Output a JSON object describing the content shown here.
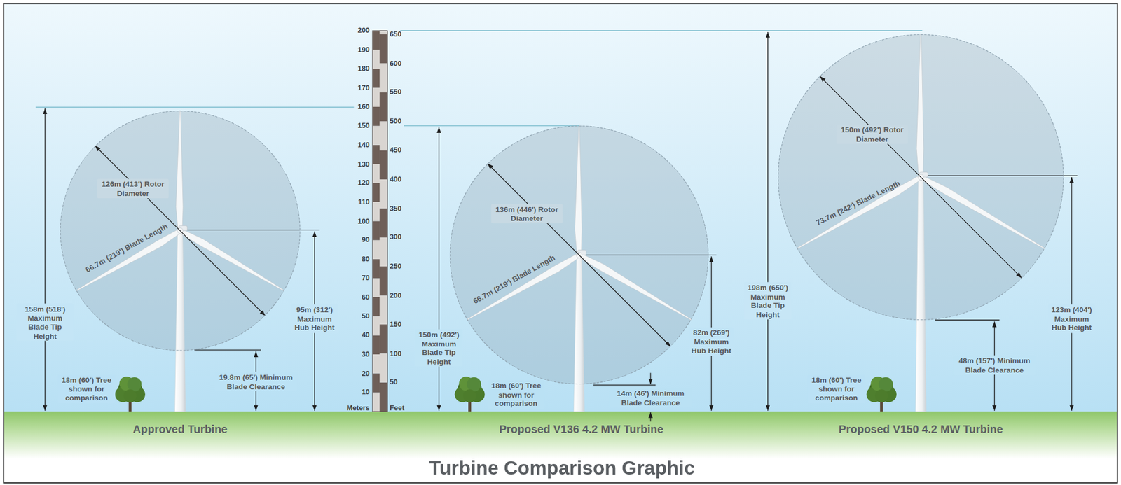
{
  "diagram": {
    "title": "Turbine Comparison Graphic",
    "nodes": [
      {
        "text": [
          "126m (413') Rotor Diameter",
          "66.7m (219') Blade Length"
        ]
      },
      {
        "text": [
          "136m (446') Rotor Diameter",
          "66.7m (219') Blade Length"
        ]
      },
      {
        "text": [
          "150m (492') Rotor Diameter",
          "73.7m (242') Blade Length"
        ]
      }
    ],
    "labels": [
      "200",
      "190",
      "180",
      "170",
      "160",
      "150",
      "140",
      "130",
      "120",
      "110",
      "100",
      "90",
      "80",
      "70",
      "60",
      "50",
      "40",
      "30",
      "20",
      "10",
      "Meters",
      "650",
      "600",
      "550",
      "500",
      "450",
      "400",
      "350",
      "300",
      "250",
      "200",
      "150",
      "100",
      "50",
      "Feet",
      "158m (518') Maximum Blade Tip Height",
      "18m (60') Tree shown for comparison",
      "19.8m (65') Minimum Blade Clearance",
      "95m (312') Maximum Hub Height",
      "Approved Turbine",
      "150m (492') Maximum Blade Tip Height",
      "18m (60') Tree shown for comparison",
      "14m (46') Minimum Blade Clearance",
      "82m (269') Maximum Hub Height",
      "Proposed V136 4.2 MW Turbine",
      "198m (650') Maximum Blade Tip Height",
      "18m (60') Tree shown for comparison",
      "48m (157') Minimum Blade Clearance",
      "123m (404') Maximum Hub Height",
      "Proposed V150 4.2 MW Turbine"
    ]
  }
}
